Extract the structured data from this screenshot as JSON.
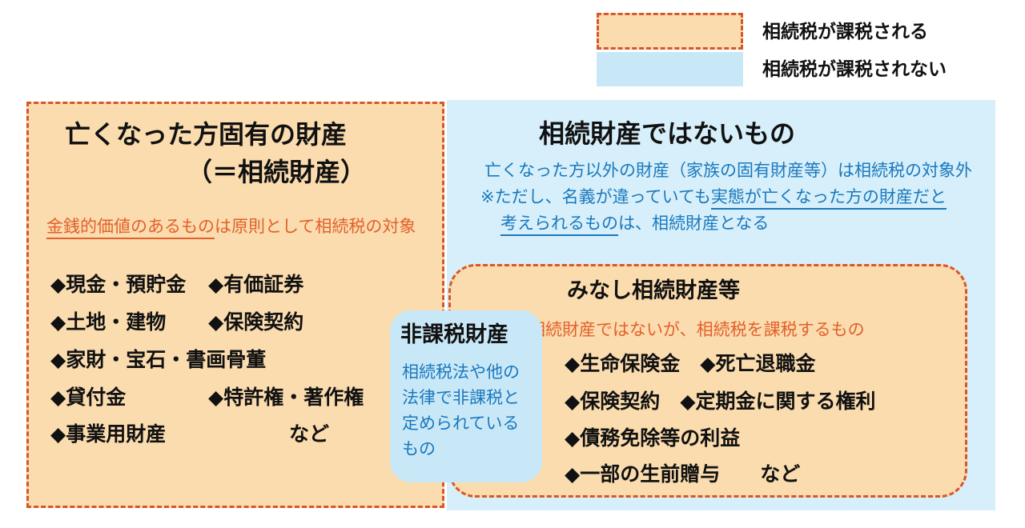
{
  "colors": {
    "orange-fill": "#fadcae",
    "blue-fill": "#d6effa",
    "panel-blue-fill": "#c9e8f7",
    "dash-border": "#d6572c",
    "orange-text": "#e3602c",
    "blue-text": "#1a78bd",
    "title-text": "#111111",
    "bg": "#ffffff"
  },
  "legend": {
    "taxable_label": "相続税が課税される",
    "nontaxable_label": "相続税が課税されない"
  },
  "left_box": {
    "title_line1": "亡くなった方固有の財産",
    "title_line2": "（＝相続財産）",
    "subtitle_underlined": "金銭的価値のあるもの",
    "subtitle_rest": "は原則として相続税の対象",
    "rows": [
      {
        "c1": "◆現金・預貯金",
        "c2": "◆有価証券"
      },
      {
        "c1": "◆土地・建物",
        "c2": "◆保険契約"
      },
      {
        "c1": "◆家財・宝石・書画骨董",
        "c2": ""
      },
      {
        "c1": "◆貸付金",
        "c2": "◆特許権・著作権"
      },
      {
        "c1": "◆事業用財産",
        "c2": "など"
      }
    ]
  },
  "right_box": {
    "title": "相続財産ではないもの",
    "line1": "亡くなった方以外の財産（家族の固有財産等）は相続税の対象外",
    "line2_prefix": "※ただし、名義が違っていても",
    "line2_underlined": "実態が亡くなった方の財産だと",
    "line3_underlined": "考えられるもの",
    "line3_suffix": "は、相続財産となる"
  },
  "minashi_box": {
    "title": "みなし相続財産等",
    "subtitle": "相続財産ではないが、相続税を課税するもの",
    "items": [
      "◆生命保険金　◆死亡退職金",
      "◆保険契約　◆定期金に関する権利",
      "◆債務免除等の利益",
      "◆一部の生前贈与　　など"
    ]
  },
  "nontax_box": {
    "title": "非課税財産",
    "lines": [
      "相続税法や他の",
      "法律で非課税と",
      "定められている",
      "もの"
    ]
  }
}
